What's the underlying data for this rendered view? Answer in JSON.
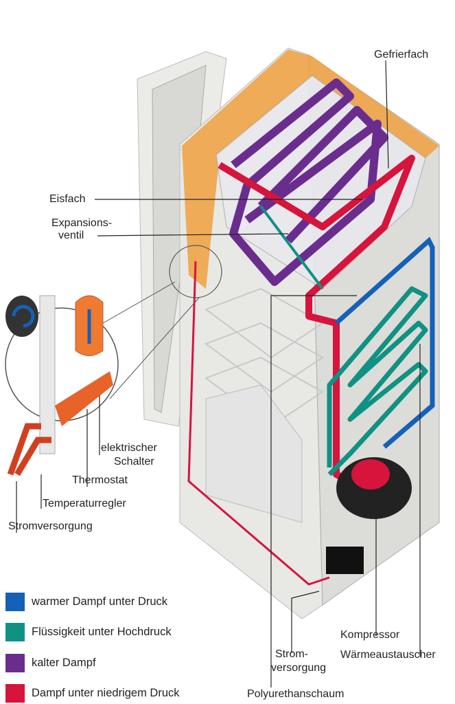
{
  "colors": {
    "warm_vapor": "#1461b8",
    "liquid": "#0f9283",
    "cold_vapor": "#6a2d8e",
    "low_pressure_vapor": "#d6143c",
    "foam": "#f0a040",
    "cabinet": "#e6e6e3"
  },
  "labels": {
    "gefrierfach": "Gefrierfach",
    "eisfach": "Eisfach",
    "expansionsventil_1": "Expansions-",
    "expansionsventil_2": "ventil",
    "schalter_1": "elektrischer",
    "schalter_2": "Schalter",
    "thermostat": "Thermostat",
    "temperaturregler": "Temperaturregler",
    "stromversorgung_left": "Stromversorgung",
    "kompressor": "Kompressor",
    "waermeaustauscher": "Wärmeaustauscher",
    "stromversorgung_1": "Strom-",
    "stromversorgung_2": "versorgung",
    "polyurethanschaum": "Polyurethanschaum"
  },
  "legend": [
    {
      "label": "warmer Dampf unter Druck",
      "color": "#1461b8"
    },
    {
      "label": "Flüssigkeit unter Hochdruck",
      "color": "#0f9283"
    },
    {
      "label": "kalter Dampf",
      "color": "#6a2d8e"
    },
    {
      "label": "Dampf unter niedrigem Druck",
      "color": "#d6143c"
    }
  ]
}
